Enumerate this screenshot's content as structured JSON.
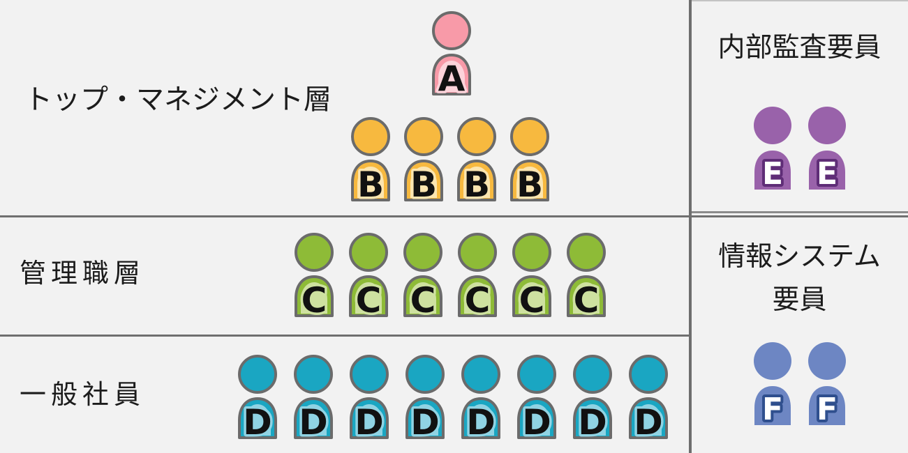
{
  "layers": [
    {
      "id": "top-management",
      "label": "トップ・マネジメント層",
      "rows": [
        {
          "letter": "A",
          "count": 1
        },
        {
          "letter": "B",
          "count": 4
        }
      ]
    },
    {
      "id": "middle-management",
      "label": "管理職層",
      "rows": [
        {
          "letter": "C",
          "count": 6
        }
      ]
    },
    {
      "id": "general-staff",
      "label": "一般社員",
      "rows": [
        {
          "letter": "D",
          "count": 8
        }
      ]
    }
  ],
  "side_panels": [
    {
      "id": "internal-audit",
      "label": "内部監査要員",
      "group": {
        "letter": "E",
        "count": 2
      }
    },
    {
      "id": "information-system",
      "label": "情報システム要員",
      "label_lines": [
        "情報システム",
        "要員"
      ],
      "group": {
        "letter": "F",
        "count": 2
      }
    }
  ],
  "icon_styles": {
    "A": {
      "main": "#f89aa8",
      "inner": "#fcd3da",
      "border": "#6b6b6b",
      "halo": "#fcd3da",
      "letter_fill": "#111111",
      "bordered": true
    },
    "B": {
      "main": "#f7b93f",
      "inner": "#fbe5b0",
      "border": "#6b6b6b",
      "halo": "#fbe5b0",
      "letter_fill": "#111111",
      "bordered": true
    },
    "C": {
      "main": "#8ebb37",
      "inner": "#cee1a0",
      "border": "#6b6b6b",
      "halo": "#cee1a0",
      "letter_fill": "#111111",
      "bordered": true
    },
    "D": {
      "main": "#1aa6c2",
      "inner": "#90d3e3",
      "border": "#6b6b6b",
      "halo": "#90d3e3",
      "letter_fill": "#111111",
      "bordered": true
    },
    "E": {
      "main": "#9962aa",
      "halo": "#5f2d77",
      "letter_fill": "#ffffff",
      "bordered": false
    },
    "F": {
      "main": "#6d86c3",
      "halo": "#2f4f8e",
      "letter_fill": "#ffffff",
      "bordered": false
    }
  },
  "colors": {
    "background": "#f2f2f2",
    "divider_dark": "#6f6f6f",
    "divider_vertical": "#6e6e6e",
    "divider_right_panel": "#8c8c8c",
    "panel_top_border": "#c3c3c3",
    "text": "#1c1c1c"
  }
}
